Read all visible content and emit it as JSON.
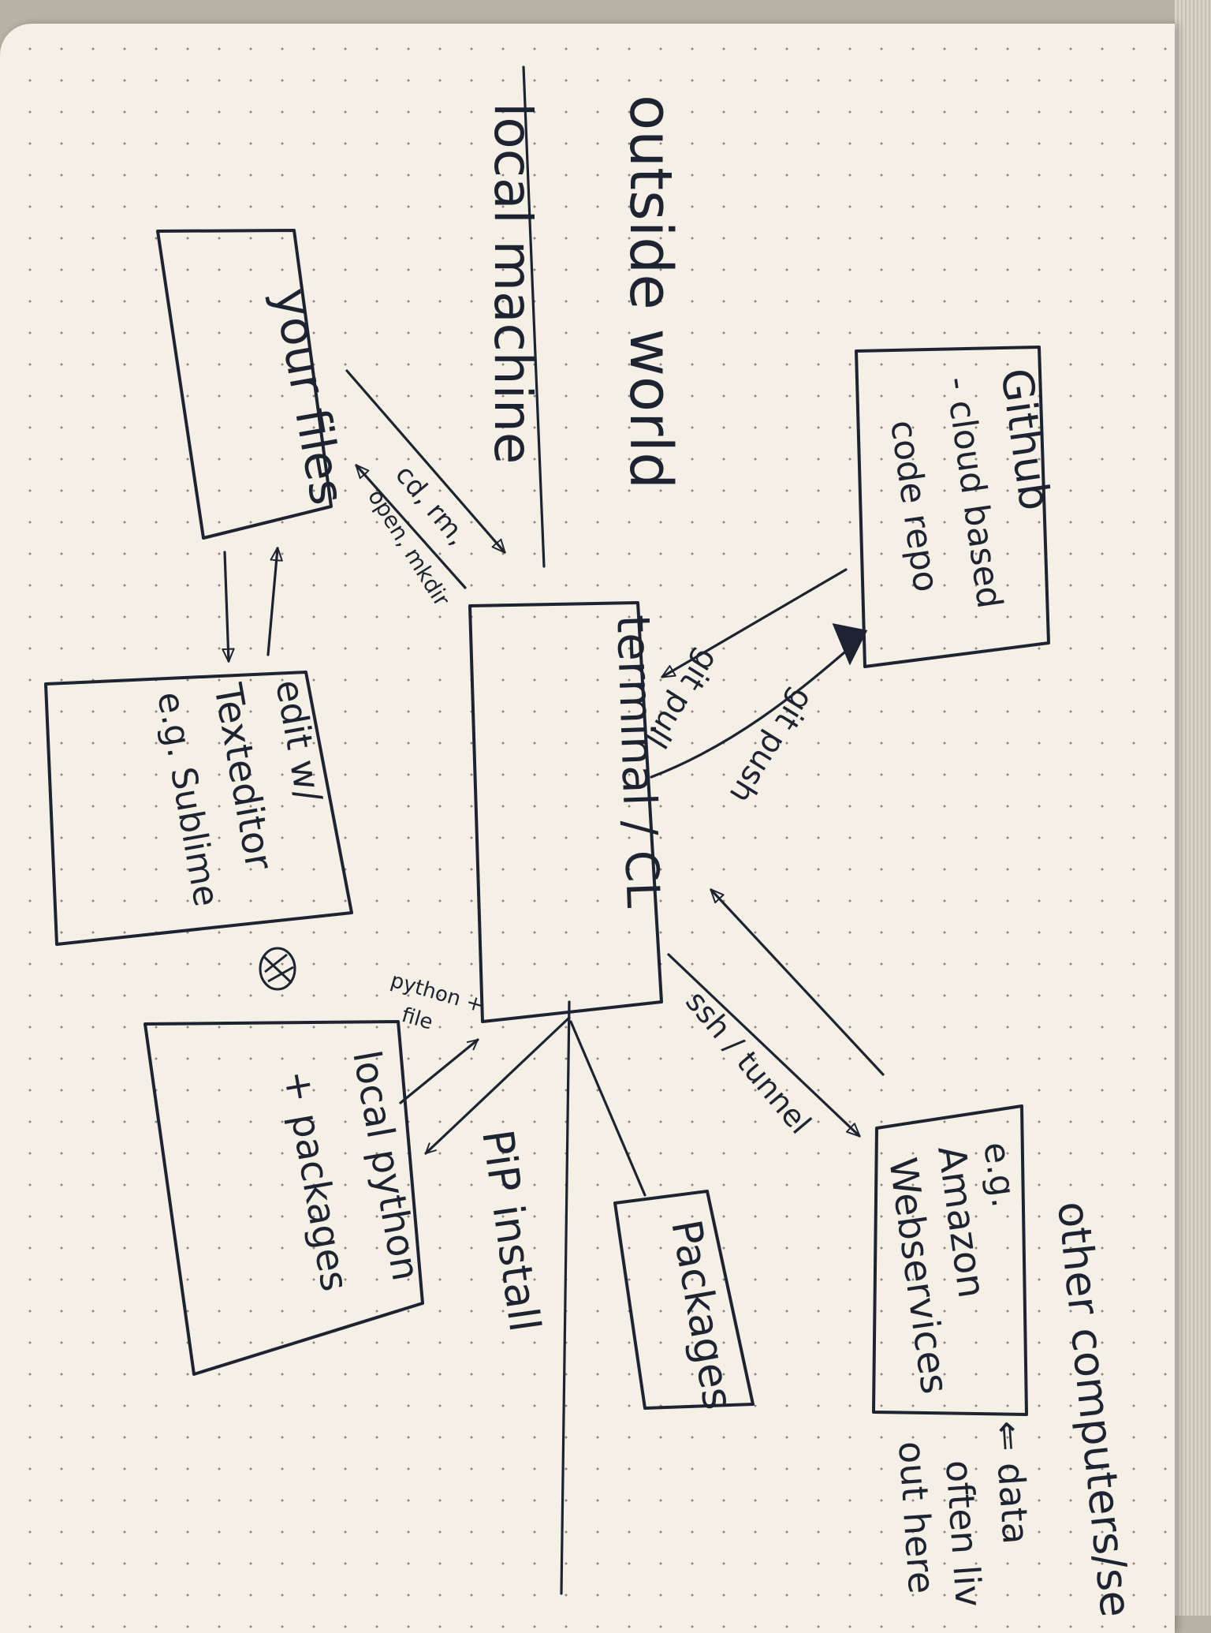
{
  "regions": {
    "outside": "outside world",
    "local": "local machine"
  },
  "nodes": {
    "your_files": "your files",
    "editor": [
      "edit w/",
      "Texteditor",
      "e.g. Sublime"
    ],
    "local_python": [
      "local python",
      "+ packages"
    ],
    "terminal": "terminal / CL",
    "github": [
      "Github",
      "- cloud based",
      "code repo"
    ],
    "packages": "Packages",
    "aws": [
      "e.g.",
      "Amazon",
      "Webservices"
    ],
    "other_computers": "other computers/se",
    "data_note": [
      "⇐ data",
      "often liv",
      "out here"
    ]
  },
  "edges": {
    "terminal_files": [
      "cd, rm,",
      "open, mkdir"
    ],
    "git_pull": "git pull",
    "git_push": "git push",
    "ssh": "ssh / tunnel",
    "python_file": [
      "python +",
      "file"
    ],
    "pip": "PiP install"
  }
}
